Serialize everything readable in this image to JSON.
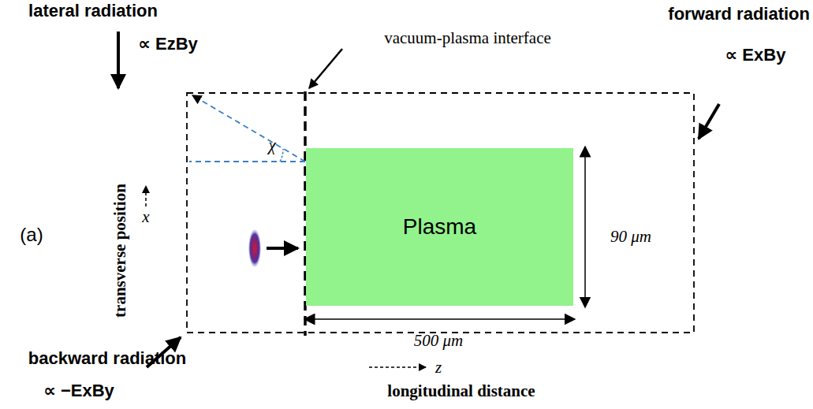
{
  "diagram": {
    "nodes": [
      {
        "text": [
          "Plasma"
        ]
      }
    ],
    "labels": [
      "lateral radiation",
      "∝ EzBy",
      "forward radiation",
      "∝ ExBy",
      "backward radiation",
      "∝ −ExBy",
      "vacuum-plasma interface",
      "χ",
      "(a)",
      "transverse position",
      "x",
      "90 μm",
      "500 μm",
      "z",
      "longitudinal distance"
    ]
  }
}
